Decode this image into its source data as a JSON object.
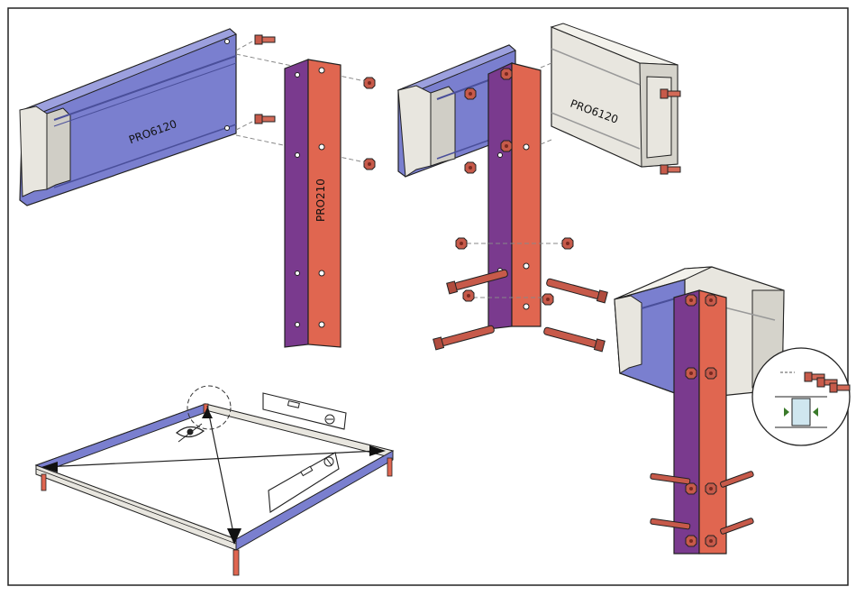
{
  "labels": {
    "beam_left": "PRO6120",
    "beam_right": "PRO6120",
    "post": "PRO210"
  },
  "colors": {
    "beam_blue": "#7a7fcf",
    "beam_blue_dark": "#5a5fb0",
    "beam_grey": "#e8e6df",
    "post_orange": "#e06650",
    "post_purple": "#7a3a8e",
    "bolt": "#c75a4a",
    "outline": "#222222"
  },
  "icons": [
    "bolt-icon",
    "nut-icon",
    "spirit-level-icon",
    "eye-icon",
    "adjust-arrows-icon"
  ]
}
